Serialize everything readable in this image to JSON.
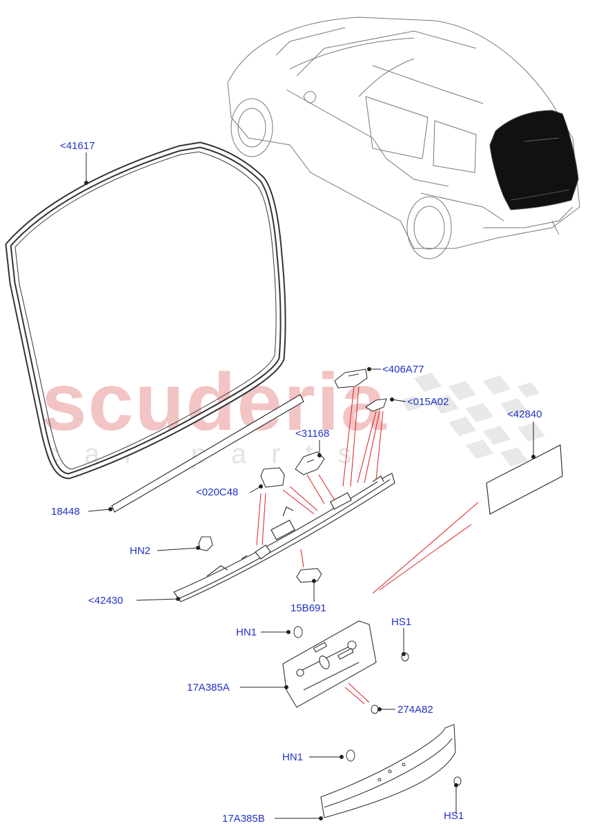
{
  "watermark": {
    "brand": "scuderia",
    "sub": "car parts"
  },
  "callouts": [
    {
      "id": "41617",
      "text": "<41617"
    },
    {
      "id": "406A77",
      "text": "<406A77"
    },
    {
      "id": "015A02",
      "text": "<015A02"
    },
    {
      "id": "42840",
      "text": "<42840"
    },
    {
      "id": "31168",
      "text": "<31168"
    },
    {
      "id": "020C48",
      "text": "<020C48"
    },
    {
      "id": "18448",
      "text": "18448"
    },
    {
      "id": "HN2",
      "text": "HN2"
    },
    {
      "id": "42430",
      "text": "<42430"
    },
    {
      "id": "15B691",
      "text": "15B691"
    },
    {
      "id": "HN1_a",
      "text": "HN1"
    },
    {
      "id": "HS1_a",
      "text": "HS1"
    },
    {
      "id": "17A385A",
      "text": "17A385A"
    },
    {
      "id": "274A82",
      "text": "274A82"
    },
    {
      "id": "HN1_b",
      "text": "HN1"
    },
    {
      "id": "HS1_b",
      "text": "HS1"
    },
    {
      "id": "17A385B",
      "text": "17A385B"
    }
  ],
  "colors": {
    "label": "#1f32c8",
    "leader": "#222222",
    "guide": "#d81e1e",
    "part": "#333333",
    "window": "#111111"
  }
}
